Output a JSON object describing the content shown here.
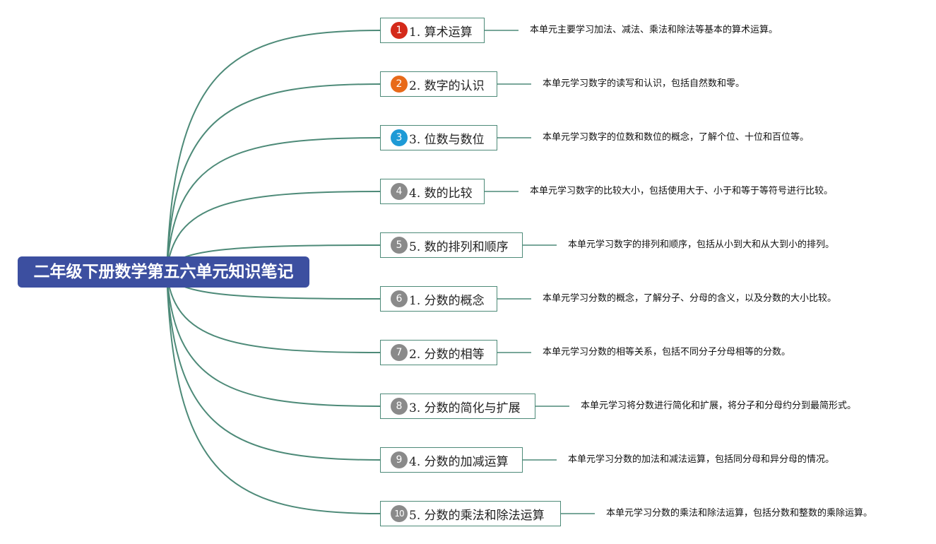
{
  "root": {
    "title": "二年级下册数学第五六单元知识笔记"
  },
  "colors": {
    "root_fill": "#3c4fa0",
    "connector": "#4d8a78",
    "marker_red": "#d42a1a",
    "marker_orange": "#e86a1a",
    "marker_blue": "#1e9ad6",
    "marker_gray": "#8a8a8a"
  },
  "branches": [
    {
      "marker": "1",
      "marker_color": "#d42a1a",
      "label": "1. 算术运算",
      "note": "本单元主要学习加法、减法、乘法和除法等基本的算术运算。"
    },
    {
      "marker": "2",
      "marker_color": "#e86a1a",
      "label": "2. 数字的认识",
      "note": "本单元学习数字的读写和认识，包括自然数和零。"
    },
    {
      "marker": "3",
      "marker_color": "#1e9ad6",
      "label": "3. 位数与数位",
      "note": "本单元学习数字的位数和数位的概念，了解个位、十位和百位等。"
    },
    {
      "marker": "4",
      "marker_color": "#8a8a8a",
      "label": "4. 数的比较",
      "note": "本单元学习数字的比较大小，包括使用大于、小于和等于等符号进行比较。"
    },
    {
      "marker": "5",
      "marker_color": "#8a8a8a",
      "label": "5. 数的排列和顺序",
      "note": "本单元学习数字的排列和顺序，包括从小到大和从大到小的排列。"
    },
    {
      "marker": "6",
      "marker_color": "#8a8a8a",
      "label": "1. 分数的概念",
      "note": "本单元学习分数的概念，了解分子、分母的含义，以及分数的大小比较。"
    },
    {
      "marker": "7",
      "marker_color": "#8a8a8a",
      "label": "2. 分数的相等",
      "note": "本单元学习分数的相等关系，包括不同分子分母相等的分数。"
    },
    {
      "marker": "8",
      "marker_color": "#8a8a8a",
      "label": "3. 分数的简化与扩展",
      "note": "本单元学习将分数进行简化和扩展，将分子和分母约分到最简形式。"
    },
    {
      "marker": "9",
      "marker_color": "#8a8a8a",
      "label": "4. 分数的加减运算",
      "note": "本单元学习分数的加法和减法运算，包括同分母和异分母的情况。"
    },
    {
      "marker": "10",
      "marker_color": "#8a8a8a",
      "label": "5. 分数的乘法和除法运算",
      "note": "本单元学习分数的乘法和除法运算，包括分数和整数的乘除运算。"
    }
  ]
}
